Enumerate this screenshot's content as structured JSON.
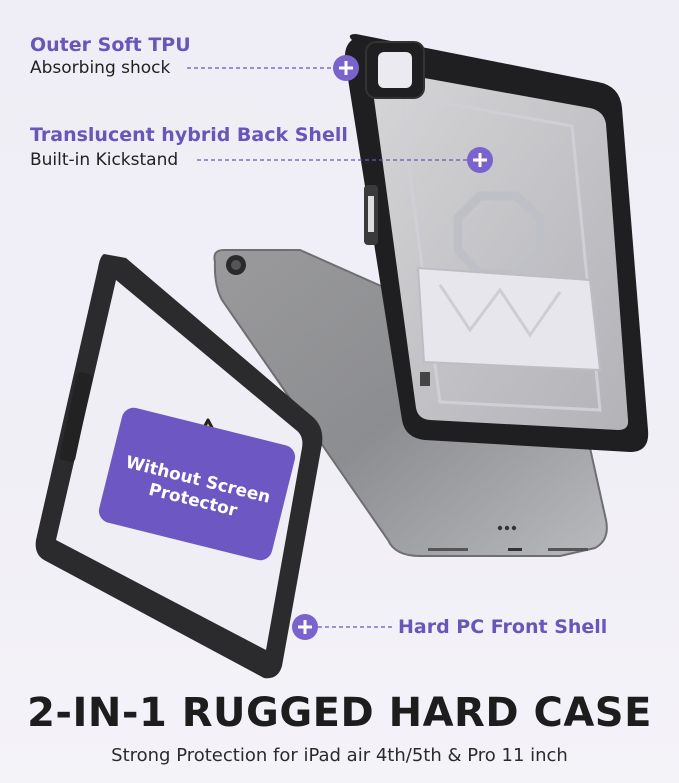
{
  "annotations": {
    "outer_tpu": {
      "title": "Outer Soft TPU",
      "subtitle": "Absorbing shock"
    },
    "back_shell": {
      "title": "Translucent hybrid Back Shell",
      "subtitle": "Built-in Kickstand"
    },
    "front_shell": {
      "title": "Hard PC Front Shell"
    }
  },
  "warning_label": "Without Screen\nProtector",
  "headline": "2-IN-1 RUGGED HARD CASE",
  "subline": "Strong Protection for iPad air 4th/5th & Pro 11 inch",
  "colors": {
    "accent": "#6a55b8",
    "label_bg": "#6c57c3",
    "warning_yellow": "#f5c518",
    "case_black": "#222222"
  }
}
